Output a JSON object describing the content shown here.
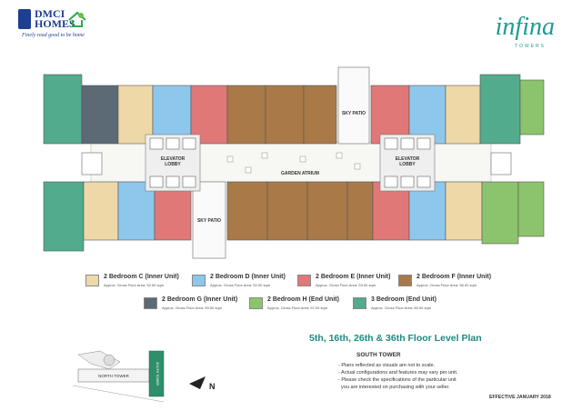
{
  "brand": {
    "developer": [
      "DMCI",
      "HOMES"
    ],
    "tagline": "Finely read good to be home",
    "project": "infina",
    "project_sub": "TOWERS"
  },
  "colors": {
    "bedroom_c": "#efd8a8",
    "bedroom_d": "#8ec7ec",
    "bedroom_e": "#e07878",
    "bedroom_f": "#a97948",
    "bedroom_g": "#5c6a75",
    "bedroom_h": "#8cc46e",
    "bedroom_3": "#52ab8d",
    "teal_accent": "#1e8a82"
  },
  "plan": {
    "labels": {
      "sky_patio_top": "SKY PATIO",
      "sky_patio_bottom": "SKY PATIO",
      "elevator_lobby_left": "ELEVATOR\nLOBBY",
      "elevator_lobby_right": "ELEVATOR\nLOBBY",
      "garden_atrium": "GARDEN ATRIUM"
    }
  },
  "legend": [
    {
      "name": "2 Bedroom C (Inner Unit)",
      "area": "Approx. Gross Floor Area: 52.50 sqm",
      "color": "#efd8a8"
    },
    {
      "name": "2 Bedroom D (Inner Unit)",
      "area": "Approx. Gross Floor Area: 52.50 sqm",
      "color": "#8ec7ec"
    },
    {
      "name": "2 Bedroom E (Inner Unit)",
      "area": "Approx. Gross Floor Area: 53.50 sqm",
      "color": "#e07878"
    },
    {
      "name": "2 Bedroom F (Inner Unit)",
      "area": "Approx. Gross Floor Area: 56.00 sqm",
      "color": "#a97948"
    },
    {
      "name": "2 Bedroom G (Inner Unit)",
      "area": "Approx. Gross Floor Area: 59.50 sqm",
      "color": "#5c6a75"
    },
    {
      "name": "2 Bedroom H (End Unit)",
      "area": "Approx. Gross Floor Area: 67.00 sqm",
      "color": "#8cc46e"
    },
    {
      "name": "3 Bedroom (End Unit)",
      "area": "Approx. Gross Floor Area: 80.50 sqm",
      "color": "#52ab8d"
    }
  ],
  "floor_plan_title": "5th, 16th, 26th & 36th Floor Level Plan",
  "tower": "SOUTH TOWER",
  "notes": [
    "- Plans reflected as visuals are not to scale.",
    "- Actual configurations and features may vary per unit.",
    "- Please check the specifications of the particular unit",
    "  you are interested on purchasing with your seller."
  ],
  "effective": "EFFECTIVE JANUARY 2018",
  "keyplan": {
    "north_tower": "NORTH TOWER",
    "south_tower": "SOUTH TOWER",
    "compass": "N"
  }
}
